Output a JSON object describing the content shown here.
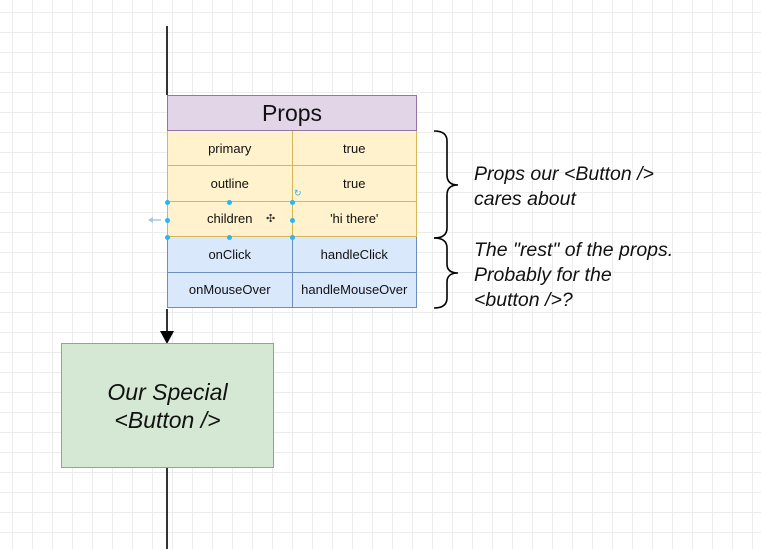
{
  "table": {
    "title": "Props",
    "rows": [
      {
        "name": "primary",
        "value": "true"
      },
      {
        "name": "outline",
        "value": "true"
      },
      {
        "name": "children",
        "value": "'hi there'"
      },
      {
        "name": "onClick",
        "value": "handleClick"
      },
      {
        "name": "onMouseOver",
        "value": "handleMouseOver"
      }
    ]
  },
  "annotations": {
    "top": [
      "Props our <Button />",
      "cares about"
    ],
    "bottom": [
      "The \"rest\" of the props.",
      "Probably for the",
      "<button />?"
    ]
  },
  "component": {
    "lines": [
      "Our Special",
      "<Button />"
    ]
  },
  "colors": {
    "title_fill": "#e1d5e7",
    "title_stroke": "#9673a6",
    "yellow_fill": "#fff2cc",
    "yellow_stroke": "#d6b656",
    "blue_fill": "#dae8fc",
    "blue_stroke": "#6c8ebf",
    "green_fill": "#d5e8d4",
    "green_stroke": "#82b366",
    "selection": "#29b6f2"
  },
  "icons": {
    "move": "move-icon",
    "rotate": "rotate-icon",
    "arrow_left": "arrow-left-icon"
  }
}
